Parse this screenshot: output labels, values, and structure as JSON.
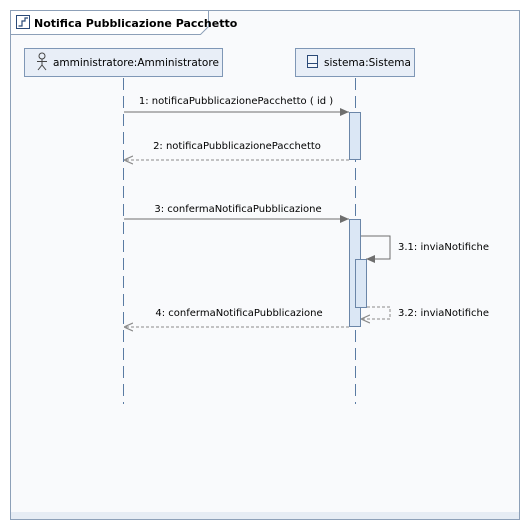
{
  "frame": {
    "title": "Notifica Pubblicazione Pacchetto",
    "kind_icon": "sequence-diagram-icon"
  },
  "lifelines": [
    {
      "label": "amministratore:Amministratore",
      "icon": "actor-icon"
    },
    {
      "label": "sistema:Sistema",
      "icon": "class-icon"
    }
  ],
  "messages": [
    {
      "label": "1: notificaPubblicazionePacchetto ( id )",
      "kind": "sync"
    },
    {
      "label": "2: notificaPubblicazionePacchetto",
      "kind": "reply"
    },
    {
      "label": "3: confermaNotificaPubblicazione",
      "kind": "sync"
    },
    {
      "label": "3.1: inviaNotifiche",
      "kind": "self-sync"
    },
    {
      "label": "3.2: inviaNotifiche",
      "kind": "self-reply"
    },
    {
      "label": "4: confermaNotificaPubblicazione",
      "kind": "reply"
    }
  ],
  "colors": {
    "frame_border": "#8da0b8",
    "frame_bg": "#f9fafc",
    "header_fill": "#e8eef7",
    "activation_fill": "#dbe7f5",
    "activation_border": "#6b86a8",
    "lifeline": "#5a7ba3",
    "arrow": "#6e6e6e"
  }
}
